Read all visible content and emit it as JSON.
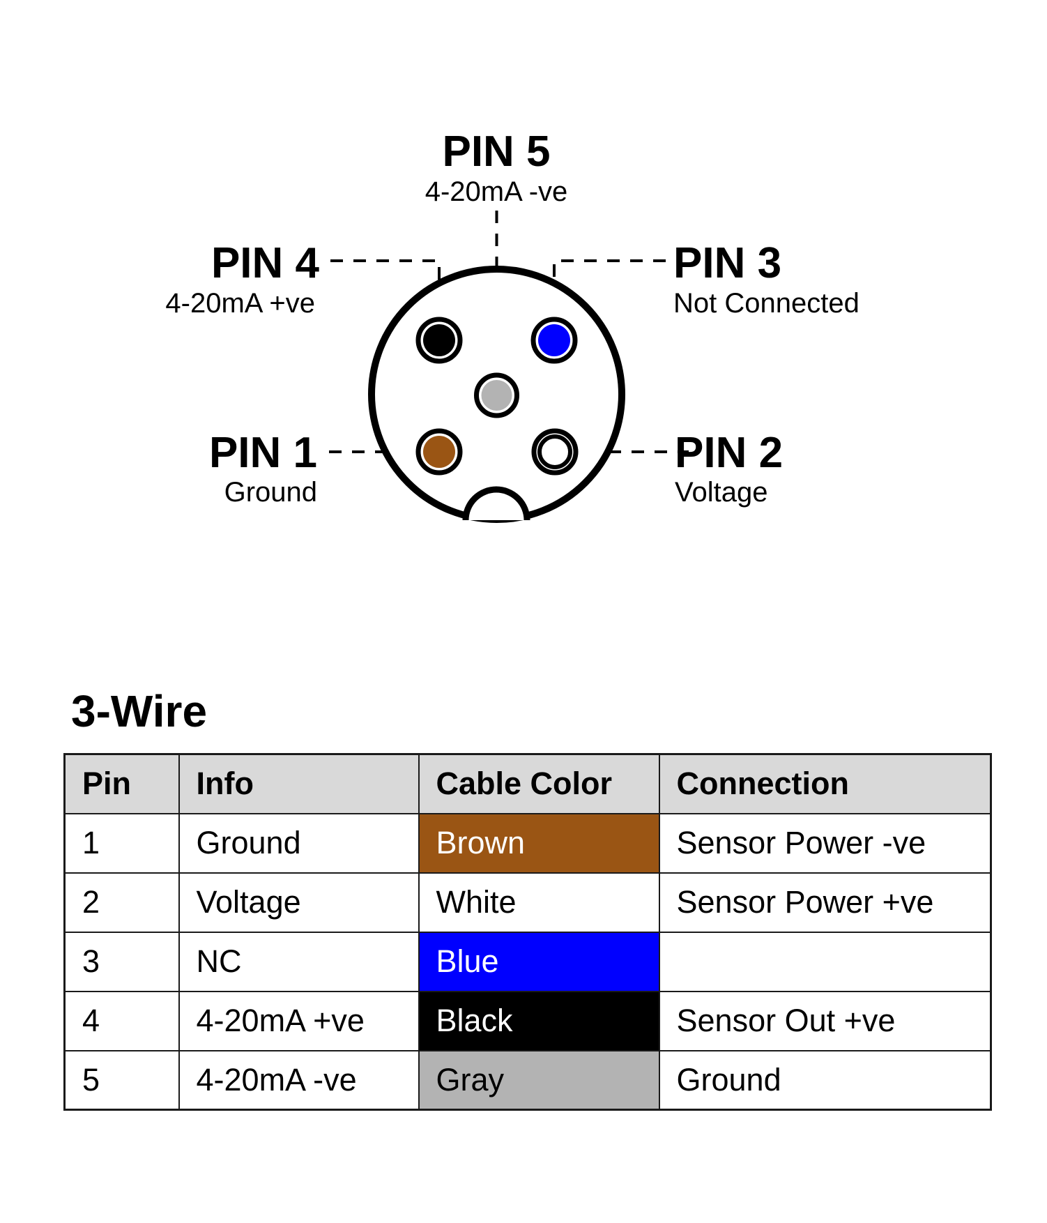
{
  "diagram": {
    "connector": {
      "type": "M12 5-pin connector face",
      "outline_color": "#000000",
      "pins": [
        {
          "name": "pin-1",
          "position": "bottom-left",
          "label": "PIN 1",
          "sublabel": "Ground",
          "color": "#9a5514"
        },
        {
          "name": "pin-2",
          "position": "bottom-right",
          "label": "PIN 2",
          "sublabel": "Voltage",
          "color": "#ffffff"
        },
        {
          "name": "pin-3",
          "position": "top-right",
          "label": "PIN 3",
          "sublabel": "Not Connected",
          "color": "#0000ff"
        },
        {
          "name": "pin-4",
          "position": "top-left",
          "label": "PIN 4",
          "sublabel": "4-20mA +ve",
          "color": "#000000"
        },
        {
          "name": "pin-5",
          "position": "center",
          "label": "PIN 5",
          "sublabel": "4-20mA -ve",
          "color": "#b3b3b3"
        }
      ]
    }
  },
  "section_title": "3-Wire",
  "table": {
    "header_bg": "#d9d9d9",
    "headers": [
      "Pin",
      "Info",
      "Cable Color",
      "Connection"
    ],
    "rows": [
      {
        "pin": "1",
        "info": "Ground",
        "cable_color": "Brown",
        "cable_hex": "#9a5514",
        "cable_text_hex": "#ffffff",
        "connection": "Sensor Power -ve"
      },
      {
        "pin": "2",
        "info": "Voltage",
        "cable_color": "White",
        "cable_hex": "#ffffff",
        "cable_text_hex": "#000000",
        "connection": "Sensor Power +ve"
      },
      {
        "pin": "3",
        "info": "NC",
        "cable_color": "Blue",
        "cable_hex": "#0000ff",
        "cable_text_hex": "#ffffff",
        "connection": ""
      },
      {
        "pin": "4",
        "info": "4-20mA +ve",
        "cable_color": "Black",
        "cable_hex": "#000000",
        "cable_text_hex": "#ffffff",
        "connection": "Sensor Out +ve"
      },
      {
        "pin": "5",
        "info": "4-20mA -ve",
        "cable_color": "Gray",
        "cable_hex": "#b3b3b3",
        "cable_text_hex": "#000000",
        "connection": "Ground"
      }
    ]
  }
}
